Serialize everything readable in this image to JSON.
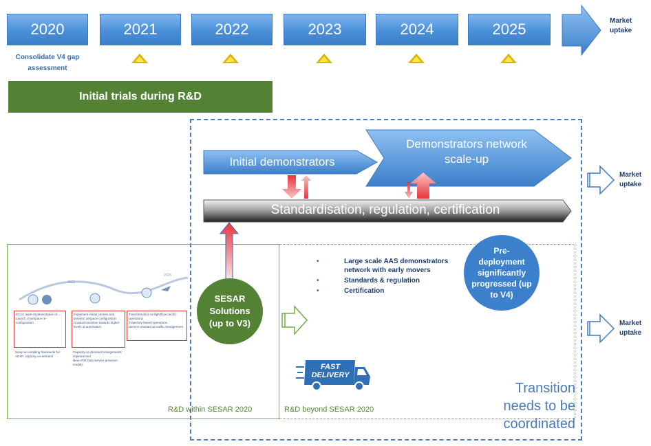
{
  "timeline": {
    "years": [
      "2020",
      "2021",
      "2022",
      "2023",
      "2024",
      "2025"
    ],
    "market_uptake": "Market uptake",
    "consolidate_label": "Consolidate V4 gap assessment"
  },
  "trials_label": "Initial trials during R&D",
  "scaleup": {
    "initial_demonstrators": "Initial demonstrators",
    "network_scaleup": "Demonstrators network scale-up",
    "standardisation": "Standardisation, regulation, certification"
  },
  "market_uptake_mid": "Market uptake",
  "market_uptake_low": "Market uptake",
  "sesar_solutions": "SESAR Solutions (up to V3)",
  "pre_deployment": "Pre-deployment significantly progressed (up to V4)",
  "bullets": [
    "Large scale AAS demonstrators network with early movers",
    "Standards & regulation",
    "Certification"
  ],
  "fast_delivery": "FAST DELIVERY",
  "transition": "Transition needs to be coordinated",
  "rd_within": "R&D within SESAR 2020",
  "rd_beyond": "R&D beyond SESAR 2020",
  "thumbnail": {
    "years": [
      "2020",
      "2025"
    ],
    "col1": [
      "ECAC-wide implementation of ...",
      "Launch of airspace re-configuration",
      "Setup an enabling framework for ADSP, capacity-on-demand"
    ],
    "col2": [
      "Implement virtual centres and dynamic airspace configuration",
      "Gradual transition towards higher levels of automation",
      "Capacity-on-demand arrangements implemented",
      "New ATM Data service provision models"
    ],
    "col3": [
      "Transformation to flight/flow centric operations",
      "Trajectory-based operations",
      "Service-oriented air traffic management"
    ]
  },
  "colors": {
    "blue": "#4a8fd8",
    "green": "#548235",
    "dash": "#4a7ab8",
    "arrow_red": "#e8333a"
  }
}
